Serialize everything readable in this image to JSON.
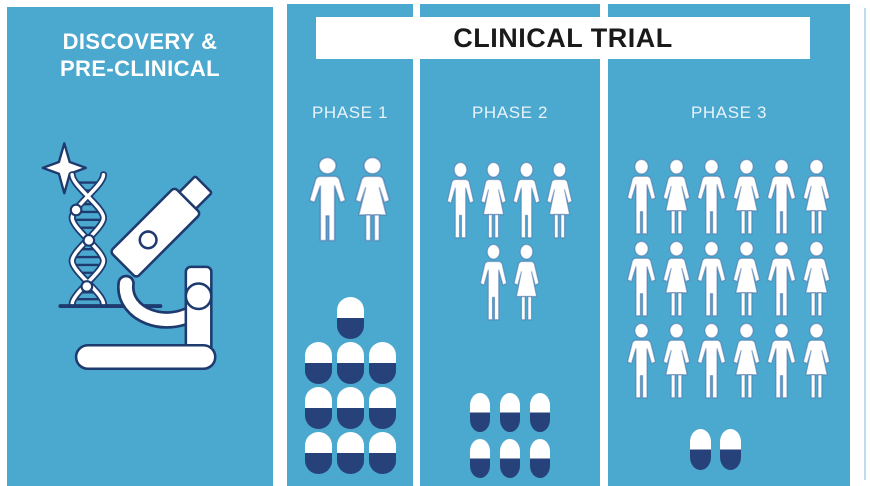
{
  "colors": {
    "panel_blue": "#4BA8CE",
    "pill_navy": "#27417A",
    "icon_outline_navy": "#1E3A6E",
    "phase_label_text": "#E8F3FA",
    "banner_background": "#FFFFFF",
    "banner_text": "#1A1A1A"
  },
  "discovery": {
    "title_line1": "DISCOVERY &",
    "title_line2": "PRE-CLINICAL",
    "icon": "microscope-dna-sparkle-icon"
  },
  "clinical_trial": {
    "banner_label": "CLINICAL TRIAL",
    "row_pattern": "man-woman alternating, starting with man",
    "phases": [
      {
        "id": "phase-1",
        "label": "PHASE 1",
        "people_rows": [
          2
        ],
        "people_total": 2,
        "pill_rows": [
          1,
          3,
          3,
          3
        ],
        "pills_total": 10
      },
      {
        "id": "phase-2",
        "label": "PHASE 2",
        "people_rows": [
          4,
          2
        ],
        "people_total": 6,
        "pill_rows": [
          3,
          3
        ],
        "pills_total": 6
      },
      {
        "id": "phase-3",
        "label": "PHASE 3",
        "people_rows": [
          6,
          6,
          6
        ],
        "people_total": 18,
        "pill_rows": [
          2
        ],
        "pills_total": 2
      }
    ]
  }
}
